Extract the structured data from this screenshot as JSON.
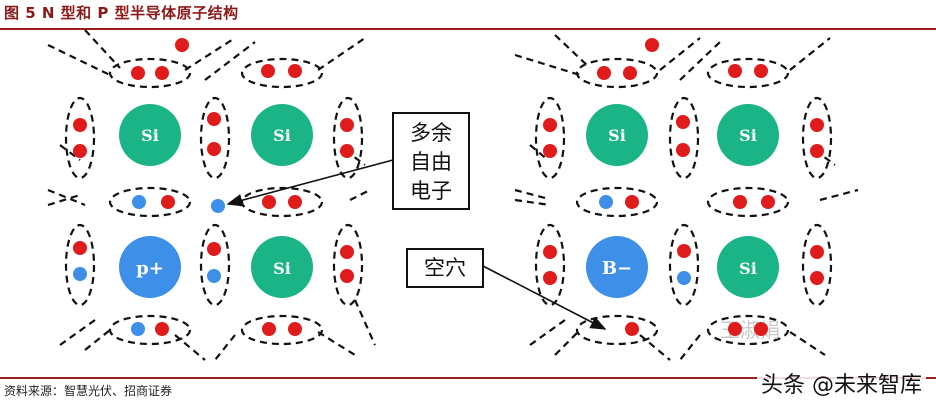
{
  "figure": {
    "title": "图 5 N 型和 P 型半导体原子结构",
    "source": "资料来源：智慧光伏、招商证券",
    "watermark_corner": "头条 @未来智库",
    "watermark_image": "王淑娟"
  },
  "n_type": {
    "atoms": [
      "Si",
      "Si",
      "p+",
      "Si"
    ],
    "callout_line1": "多余",
    "callout_line1b": "余",
    "callout_line2": "自由",
    "callout_line3": "电子"
  },
  "p_type": {
    "atoms": [
      "Si",
      "Si",
      "B−",
      "Si"
    ],
    "callout": "空穴"
  },
  "colors": {
    "title": "#8a1a1a",
    "rule": "#9a1c1c",
    "si_atom": "#1bb487",
    "dopant_atom": "#3d8fe8",
    "electron": "#e01b1b",
    "dopant_electron": "#3d8fe8"
  }
}
